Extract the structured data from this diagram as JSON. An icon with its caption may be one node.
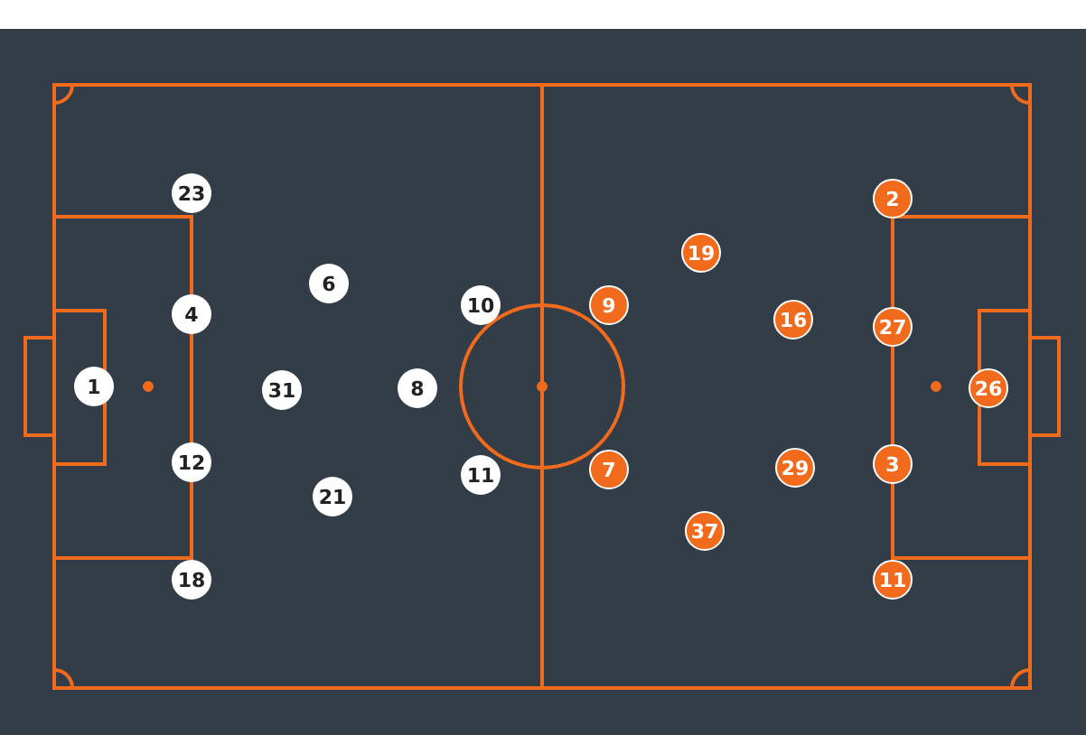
{
  "diagram": {
    "nodes": [
      {
        "text": [
          "1"
        ]
      },
      {
        "text": [
          "23"
        ]
      },
      {
        "text": [
          "4"
        ]
      },
      {
        "text": [
          "12"
        ]
      },
      {
        "text": [
          "18"
        ]
      },
      {
        "text": [
          "31"
        ]
      },
      {
        "text": [
          "6"
        ]
      },
      {
        "text": [
          "21"
        ]
      },
      {
        "text": [
          "8"
        ]
      },
      {
        "text": [
          "10"
        ]
      },
      {
        "text": [
          "11"
        ]
      },
      {
        "text": [
          "9"
        ]
      },
      {
        "text": [
          "7"
        ]
      },
      {
        "text": [
          "19"
        ]
      },
      {
        "text": [
          "37"
        ]
      },
      {
        "text": [
          "16"
        ]
      },
      {
        "text": [
          "29"
        ]
      },
      {
        "text": [
          "2"
        ]
      },
      {
        "text": [
          "27"
        ]
      },
      {
        "text": [
          "3"
        ]
      },
      {
        "text": [
          "11"
        ]
      },
      {
        "text": [
          "26"
        ]
      }
    ]
  }
}
